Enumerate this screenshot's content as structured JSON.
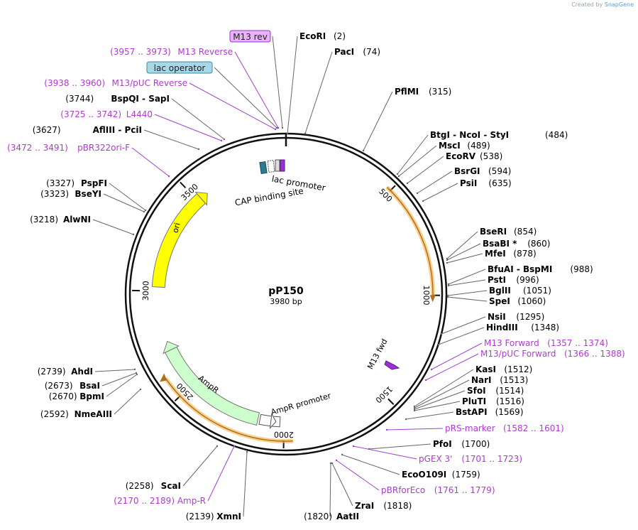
{
  "credit": {
    "prefix": "Created by",
    "brand": "SnapGene"
  },
  "plasmid": {
    "name": "pP150",
    "length_label": "3980 bp",
    "total_bp": 3980
  },
  "ticks": [
    "500",
    "1000",
    "1500",
    "2000",
    "2500",
    "3000",
    "3500"
  ],
  "features": [
    {
      "name": "lac promoter"
    },
    {
      "name": "CAP binding site"
    },
    {
      "name": "ori",
      "color": "#ffff00"
    },
    {
      "name": "AmpR",
      "color": "#ccffcc"
    },
    {
      "name": "AmpR promoter",
      "color": "#ffffff"
    },
    {
      "name": "M13 fwd",
      "color": "#9b30d9"
    },
    {
      "name": "orange ORF",
      "color": "#f5b041"
    }
  ],
  "right_labels": [
    {
      "name": "EcoRI",
      "pos": "(2)",
      "pos_first": false,
      "type": "enzyme"
    },
    {
      "name": "PacI",
      "pos": "(74)",
      "pos_first": false,
      "type": "enzyme"
    },
    {
      "name": "PflMI",
      "pos": "(315)",
      "pos_first": false,
      "type": "enzyme"
    },
    {
      "name": "BtgI  - NcoI  - StyI",
      "pos": "(484)",
      "pos_first": false,
      "type": "enzyme"
    },
    {
      "name": "MscI",
      "pos": "(489)",
      "pos_first": false,
      "type": "enzyme"
    },
    {
      "name": "EcoRV",
      "pos": "(538)",
      "pos_first": false,
      "type": "enzyme"
    },
    {
      "name": "BsrGI",
      "pos": "(594)",
      "pos_first": false,
      "type": "enzyme"
    },
    {
      "name": "PsiI",
      "pos": "(635)",
      "pos_first": false,
      "type": "enzyme"
    },
    {
      "name": "BseRI",
      "pos": "(854)",
      "pos_first": false,
      "type": "enzyme"
    },
    {
      "name": "BsaBI *",
      "pos": "(860)",
      "pos_first": false,
      "type": "enzyme"
    },
    {
      "name": "MfeI",
      "pos": "(878)",
      "pos_first": false,
      "type": "enzyme"
    },
    {
      "name": "BfuAI  - BspMI",
      "pos": "(988)",
      "pos_first": false,
      "type": "enzyme"
    },
    {
      "name": "PstI",
      "pos": "(996)",
      "pos_first": false,
      "type": "enzyme"
    },
    {
      "name": "BglII",
      "pos": "(1051)",
      "pos_first": false,
      "type": "enzyme"
    },
    {
      "name": "SpeI",
      "pos": "(1060)",
      "pos_first": false,
      "type": "enzyme"
    },
    {
      "name": "NsiI",
      "pos": "(1295)",
      "pos_first": false,
      "type": "enzyme"
    },
    {
      "name": "HindIII",
      "pos": "(1348)",
      "pos_first": false,
      "type": "enzyme"
    },
    {
      "name": "M13 Forward",
      "pos": "(1357 .. 1374)",
      "pos_first": false,
      "type": "primer"
    },
    {
      "name": "M13/pUC Forward",
      "pos": "(1366 .. 1388)",
      "pos_first": false,
      "type": "primer"
    },
    {
      "name": "KasI",
      "pos": "(1512)",
      "pos_first": false,
      "type": "enzyme"
    },
    {
      "name": "NarI",
      "pos": "(1513)",
      "pos_first": false,
      "type": "enzyme"
    },
    {
      "name": "SfoI",
      "pos": "(1514)",
      "pos_first": false,
      "type": "enzyme"
    },
    {
      "name": "PluTI",
      "pos": "(1516)",
      "pos_first": false,
      "type": "enzyme"
    },
    {
      "name": "BstAPI",
      "pos": "(1569)",
      "pos_first": false,
      "type": "enzyme"
    },
    {
      "name": "pRS-marker",
      "pos": "(1582 .. 1601)",
      "pos_first": false,
      "type": "primer"
    },
    {
      "name": "PfoI",
      "pos": "(1700)",
      "pos_first": false,
      "type": "enzyme"
    },
    {
      "name": "pGEX 3'",
      "pos": "(1701 .. 1723)",
      "pos_first": false,
      "type": "primer"
    },
    {
      "name": "EcoO109I",
      "pos": "(1759)",
      "pos_first": false,
      "type": "enzyme"
    },
    {
      "name": "pBRforEco",
      "pos": "(1761 .. 1779)",
      "pos_first": false,
      "type": "primer"
    },
    {
      "name": "ZraI",
      "pos": "(1818)",
      "pos_first": false,
      "type": "enzyme"
    },
    {
      "name": "AatII",
      "pos": "(1820)",
      "pos_first": true,
      "type": "enzyme"
    }
  ],
  "left_labels": [
    {
      "name": "M13 rev",
      "pos": "",
      "pos_first": true,
      "type": "boxed",
      "box": "#e8b4f8",
      "border": "#9b30d9"
    },
    {
      "name": "M13 Reverse",
      "pos": "(3957 .. 3973)",
      "pos_first": true,
      "type": "primer"
    },
    {
      "name": "lac operator",
      "pos": "",
      "pos_first": true,
      "type": "boxed",
      "box": "#a8d8e8",
      "border": "#3a8aa8"
    },
    {
      "name": "M13/pUC Reverse",
      "pos": "(3938 .. 3960)",
      "pos_first": true,
      "type": "primer"
    },
    {
      "name": "BspQI  - SapI",
      "pos": "(3744)",
      "pos_first": true,
      "type": "enzyme"
    },
    {
      "name": "L4440",
      "pos": "(3725 .. 3742)",
      "pos_first": true,
      "type": "primer"
    },
    {
      "name": "AflIII  - PciI",
      "pos": "(3627)",
      "pos_first": true,
      "type": "enzyme"
    },
    {
      "name": "pBR322ori-F",
      "pos": "(3472 .. 3491)",
      "pos_first": true,
      "type": "primer"
    },
    {
      "name": "PspFI",
      "pos": "(3327)",
      "pos_first": true,
      "type": "enzyme"
    },
    {
      "name": "BseYI",
      "pos": "(3323)",
      "pos_first": true,
      "type": "enzyme"
    },
    {
      "name": "AlwNI",
      "pos": "(3218)",
      "pos_first": true,
      "type": "enzyme"
    },
    {
      "name": "AhdI",
      "pos": "(2739)",
      "pos_first": true,
      "type": "enzyme"
    },
    {
      "name": "BsaI",
      "pos": "(2673)",
      "pos_first": true,
      "type": "enzyme"
    },
    {
      "name": "BpmI",
      "pos": "(2670)",
      "pos_first": true,
      "type": "enzyme"
    },
    {
      "name": "NmeAIII",
      "pos": "(2592)",
      "pos_first": true,
      "type": "enzyme"
    },
    {
      "name": "ScaI",
      "pos": "(2258)",
      "pos_first": true,
      "type": "enzyme"
    },
    {
      "name": "Amp-R",
      "pos": "(2170 .. 2189)",
      "pos_first": true,
      "type": "primer"
    },
    {
      "name": "XmnI",
      "pos": "(2139)",
      "pos_first": true,
      "type": "enzyme"
    }
  ],
  "colors": {
    "enzyme_text": "#000000",
    "primer_text": "#b03ad0",
    "leader": "#666666",
    "primer_leader": "#a040d0"
  }
}
